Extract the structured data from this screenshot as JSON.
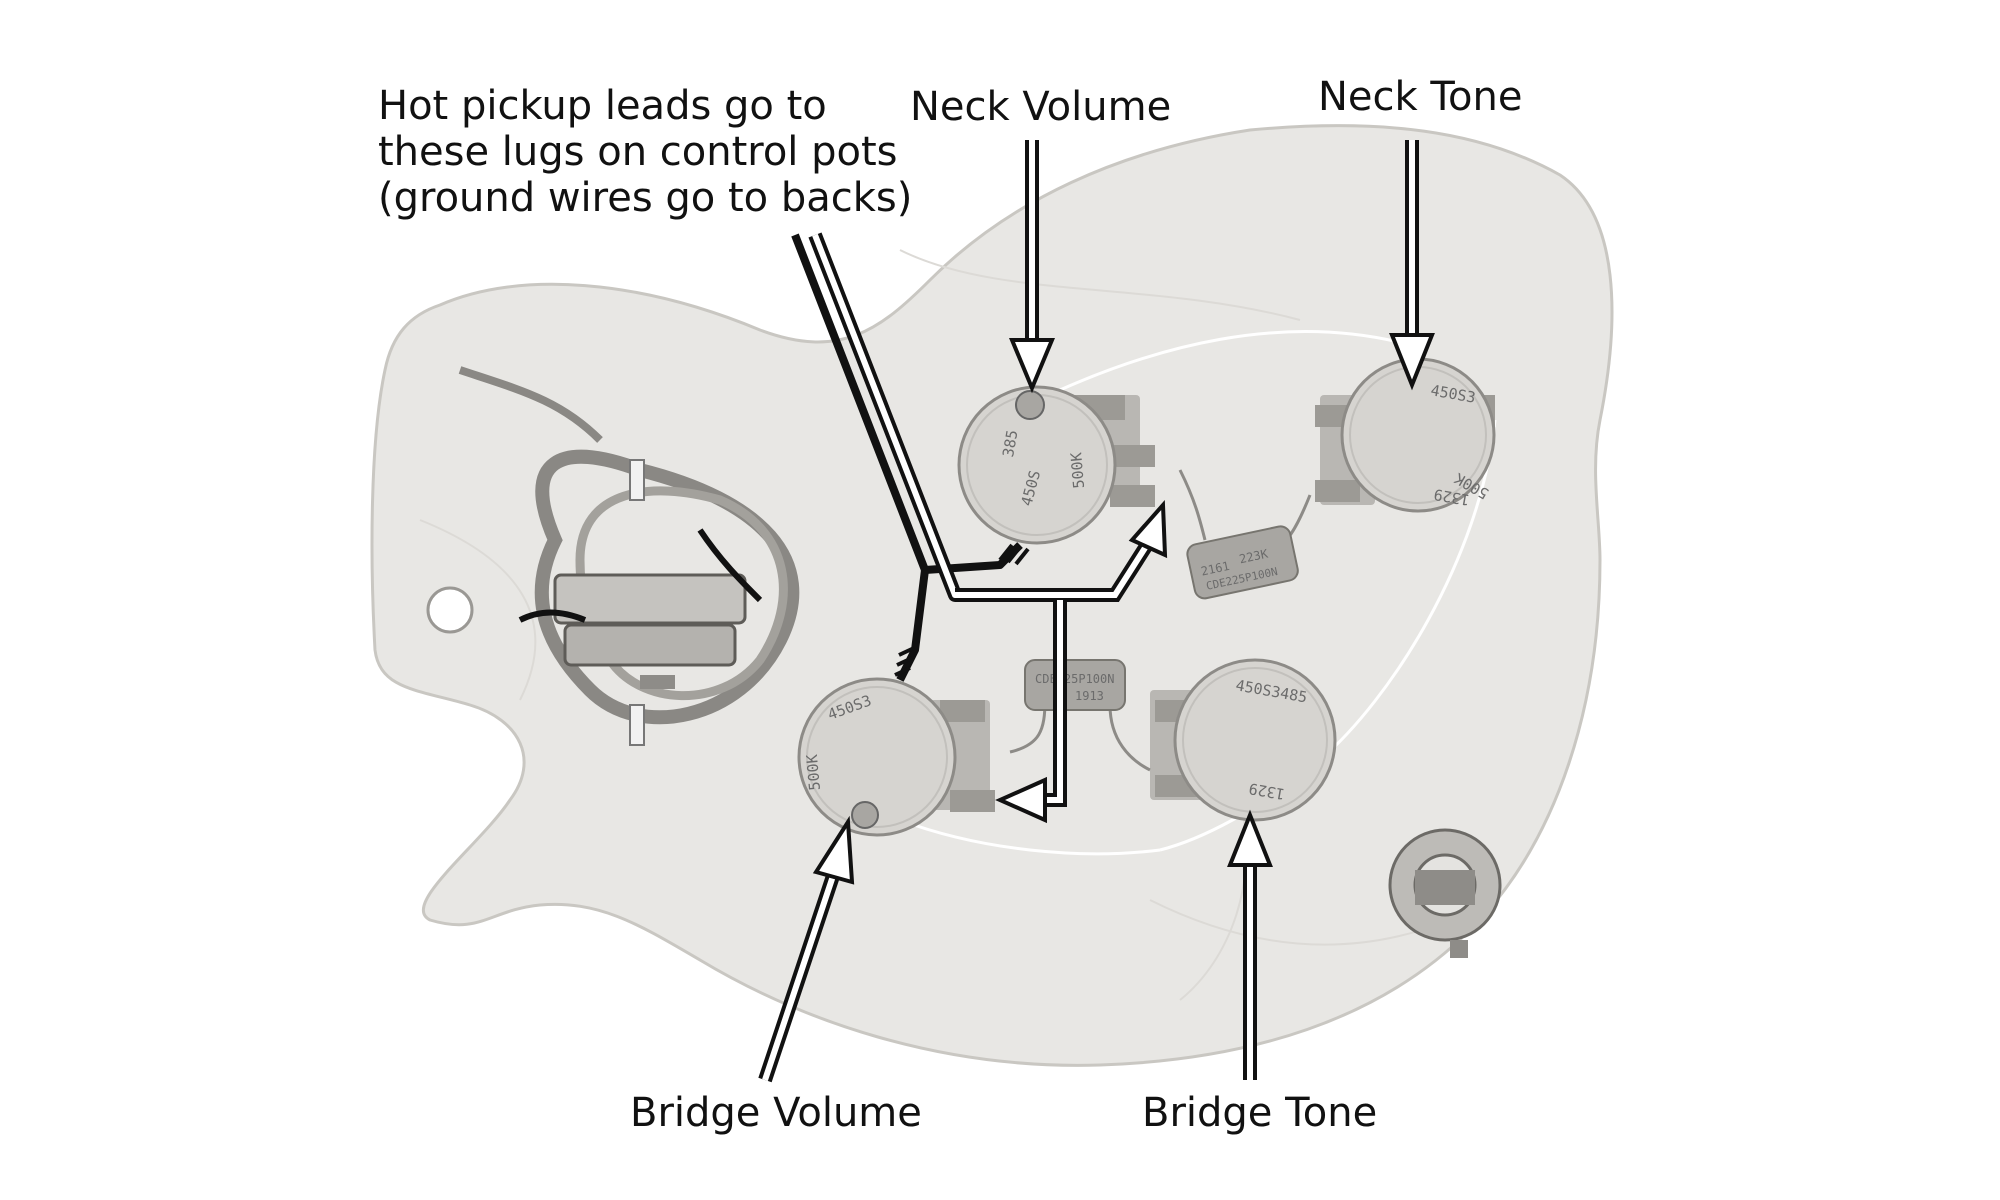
{
  "labels": {
    "hot_leads": [
      "Hot pickup leads go to",
      "these lugs on control pots",
      "(ground wires go to backs)"
    ],
    "neck_volume": "Neck Volume",
    "neck_tone": "Neck Tone",
    "bridge_volume": "Bridge Volume",
    "bridge_tone": "Bridge Tone"
  },
  "pot_markings": {
    "neck_volume": [
      "450S",
      "385",
      "500K"
    ],
    "neck_tone": [
      "450S3",
      "1329",
      "500K"
    ],
    "bridge_volume": [
      "500K",
      "450S3"
    ],
    "bridge_tone": [
      "450S3485",
      "1329"
    ]
  },
  "cap_markings": {
    "neck_cap": [
      "2161",
      "223K",
      "CDE225P100N"
    ],
    "bridge_cap": [
      "CDE225P100N",
      "1913"
    ]
  },
  "colors": {
    "body_fill": "#e8e7e4",
    "body_stroke": "#c9c7c2",
    "pot": "#d6d4d0",
    "lug": "#9c9a95",
    "cap": "#a8a6a2",
    "wire_white": "#ffffff",
    "wire_black": "#111111",
    "arrow_outline": "#111111"
  }
}
